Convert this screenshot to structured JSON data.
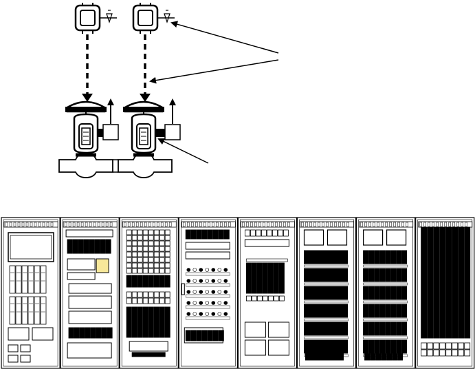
{
  "diagram": {
    "stroke_color": "#000000",
    "background": "#ffffff",
    "accent_fill": "#f7e89a",
    "top_section": {
      "devices": [
        {
          "name": "positioner-left",
          "parts": [
            "positioner",
            "supply-valve",
            "control-valve-actuator",
            "valve-body"
          ]
        },
        {
          "name": "positioner-right",
          "parts": [
            "positioner",
            "supply-valve",
            "control-valve-actuator",
            "valve-body"
          ]
        }
      ],
      "callouts": 3
    },
    "cabinets": [
      {
        "id": "cabinet-1",
        "style": "panel-display"
      },
      {
        "id": "cabinet-2",
        "style": "mixed-modules"
      },
      {
        "id": "cabinet-3",
        "style": "dense-grid"
      },
      {
        "id": "cabinet-4",
        "style": "io-terminal"
      },
      {
        "id": "cabinet-5",
        "style": "controller"
      },
      {
        "id": "cabinet-6",
        "style": "io-rack"
      },
      {
        "id": "cabinet-7",
        "style": "io-rack"
      },
      {
        "id": "cabinet-8",
        "style": "full-grid"
      }
    ]
  }
}
